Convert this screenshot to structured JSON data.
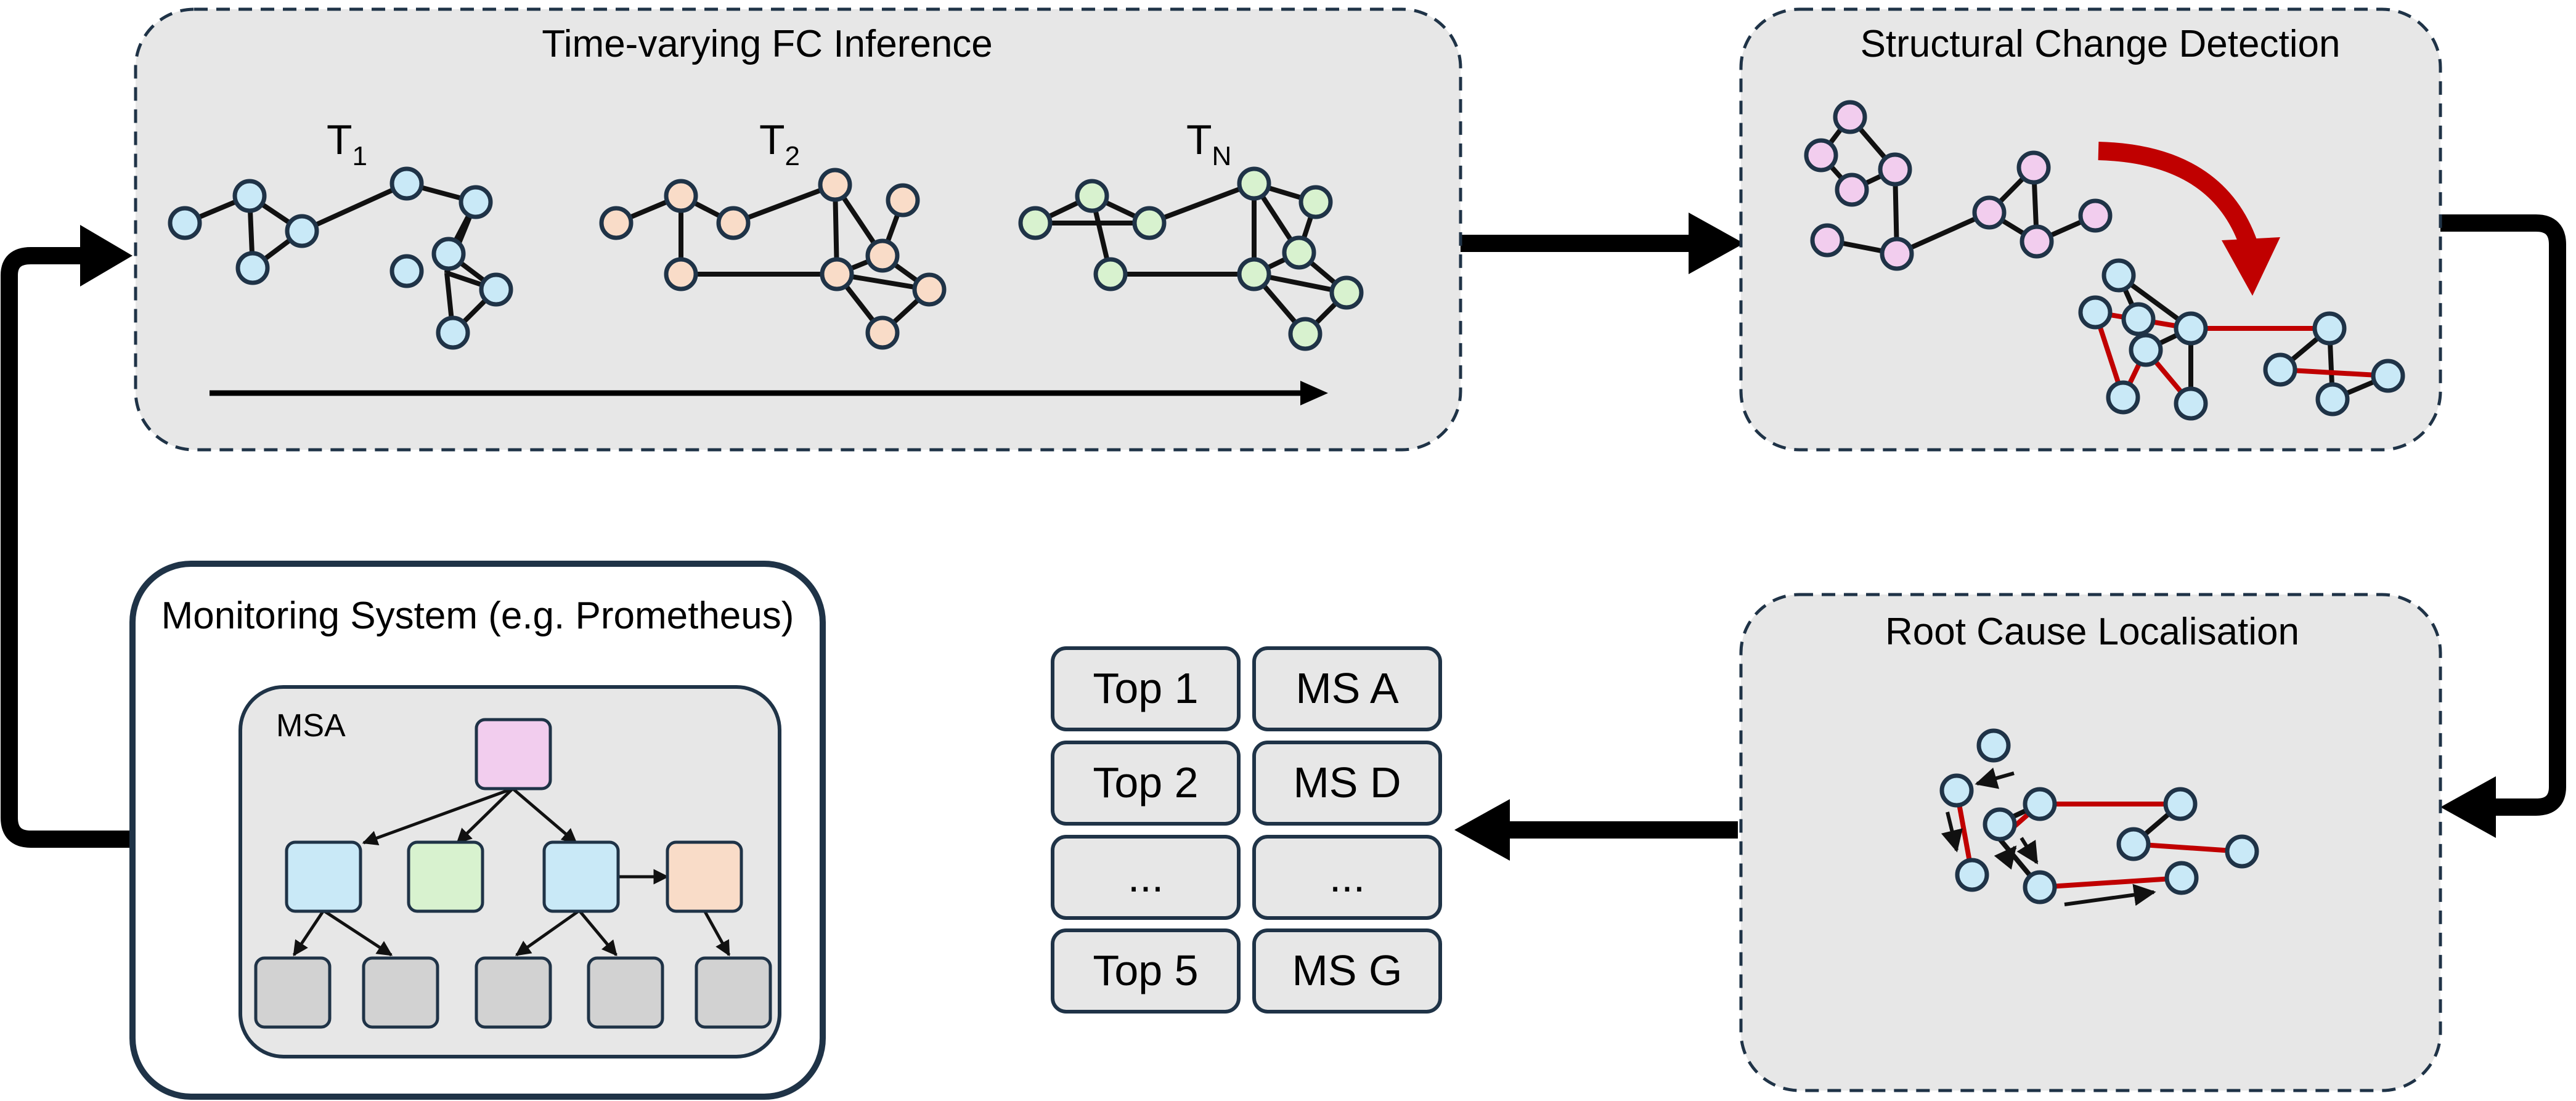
{
  "panels": {
    "fc_inference": {
      "title": "Time-varying FC Inference",
      "time_labels": [
        {
          "main": "T",
          "sub": "1"
        },
        {
          "main": "T",
          "sub": "2"
        },
        {
          "main": "T",
          "sub": "N"
        }
      ]
    },
    "structural_change": {
      "title": "Structural Change Detection"
    },
    "root_cause": {
      "title": "Root Cause Localisation"
    },
    "monitoring": {
      "title": "Monitoring System (e.g. Prometheus)",
      "msa_label": "MSA"
    }
  },
  "ranking": {
    "rows": [
      {
        "rank": "Top 1",
        "service": "MS A"
      },
      {
        "rank": "Top 2",
        "service": "MS D"
      },
      {
        "rank": "...",
        "service": "..."
      },
      {
        "rank": "Top 5",
        "service": "MS G"
      }
    ]
  },
  "colors": {
    "panel_fill": "#e7e7e7",
    "panel_border": "#1f3347",
    "node_blue": "#c9e9f7",
    "node_pink": "#f2cdee",
    "node_peach": "#f9dcc8",
    "node_green": "#d8f2cf",
    "node_gray": "#d2d2d2",
    "changed_edge": "#c00000",
    "edge": "#111111"
  },
  "icons": {
    "flow_arrow": "arrow-icon",
    "change_arrow": "curved-arrow-icon"
  }
}
